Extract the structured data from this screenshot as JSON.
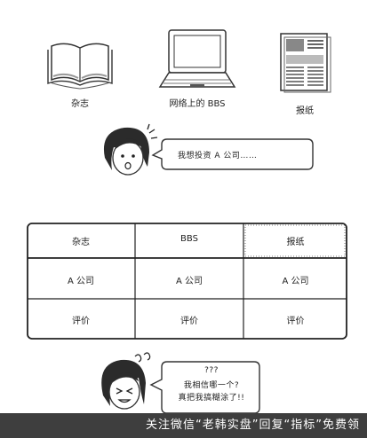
{
  "sources": {
    "magazine_label": "杂志",
    "bbs_label": "网络上的 BBS",
    "newspaper_label": "报纸"
  },
  "speech_top": "我想投资 A 公司……",
  "table": {
    "headers": [
      "杂志",
      "BBS",
      "报纸"
    ],
    "row1": [
      "A 公司",
      "A 公司",
      "A 公司"
    ],
    "row2": [
      "评价",
      "评价",
      "评价"
    ]
  },
  "speech_bottom": {
    "line1": "???",
    "line2": "我相信哪一个?",
    "line3": "真把我搞糊涂了!!"
  },
  "footer_text": "关注微信“老韩实盘”回复“指标”免费领"
}
